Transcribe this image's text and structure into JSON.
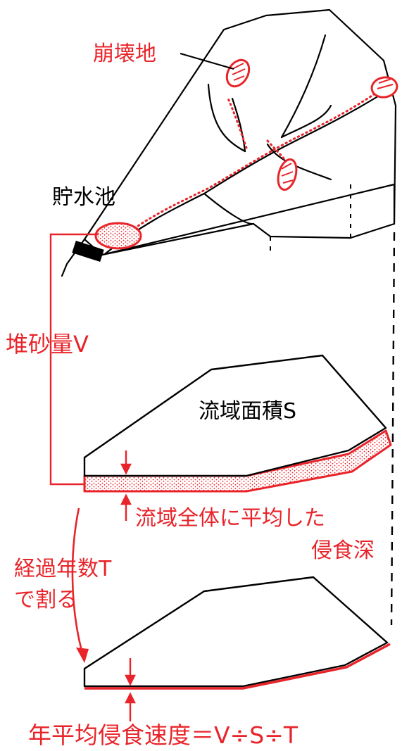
{
  "labels": {
    "landslide": "崩壊地",
    "reservoir": "貯水池",
    "sediment_volume": "堆砂量V",
    "basin_area": "流域面積S",
    "avg_erosion_line1": "流域全体に平均した",
    "avg_erosion_line2": "侵食深",
    "divide_line1": "経過年数T",
    "divide_line2": "で割る",
    "formula": "年平均侵食速度＝V÷S÷T"
  },
  "colors": {
    "ink": "#000000",
    "accent": "#e8242a",
    "background": "#ffffff"
  }
}
